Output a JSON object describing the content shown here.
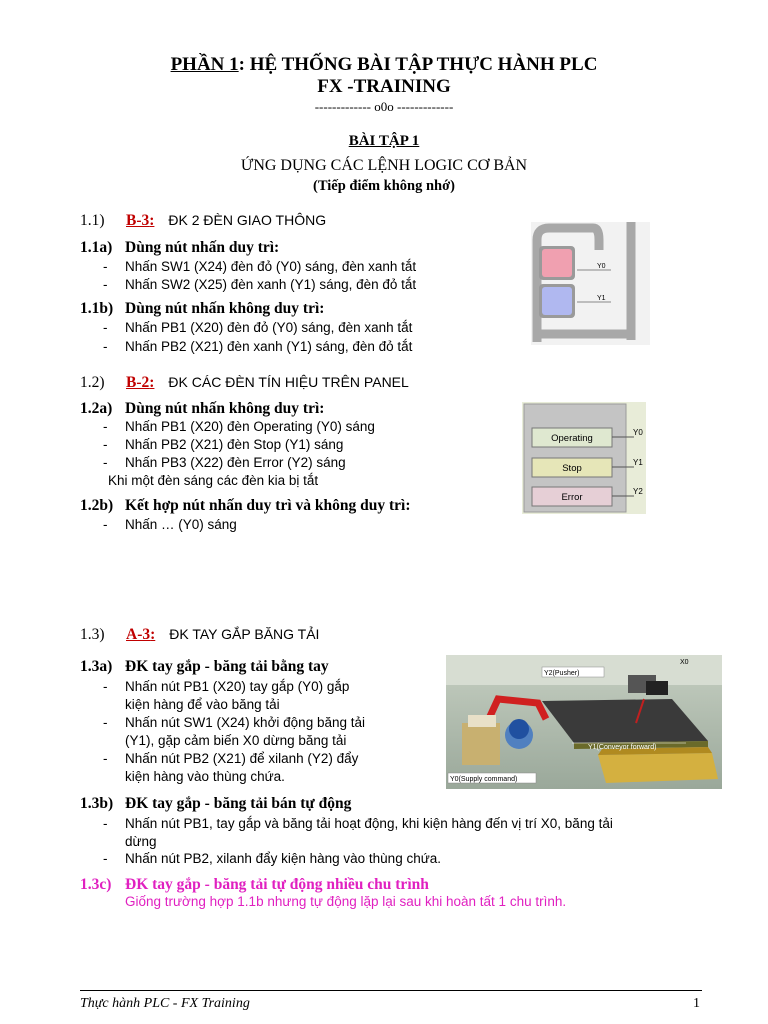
{
  "header": {
    "part_label": "PHẦN 1",
    "title_rest": ": HỆ THỐNG BÀI TẬP THỰC HÀNH PLC",
    "title_line2": "FX -TRAINING",
    "separator": "------------- o0o -------------"
  },
  "exercise": {
    "label": "BÀI TẬP 1",
    "subtitle": "ỨNG DỤNG CÁC LỆNH LOGIC CƠ BẢN",
    "note": "(Tiếp điểm không nhớ)"
  },
  "sections": [
    {
      "num": "1.1)",
      "code": "B-3",
      "colon": ":",
      "title": "ĐK 2 ĐÈN GIAO THÔNG",
      "subs": [
        {
          "num": "1.1a)",
          "title": "Dùng nút nhấn duy trì:",
          "items": [
            "Nhấn SW1 (X24) đèn đỏ (Y0) sáng, đèn xanh tắt",
            "Nhấn SW2 (X25) đèn xanh (Y1) sáng, đèn đỏ tắt"
          ]
        },
        {
          "num": "1.1b)",
          "title": "Dùng nút nhấn không duy trì:",
          "items": [
            "Nhấn PB1 (X20) đèn đỏ (Y0) sáng, đèn xanh tắt",
            "Nhấn PB2 (X21) đèn xanh (Y1) sáng, đèn đỏ tắt"
          ]
        }
      ]
    },
    {
      "num": "1.2)",
      "code": "B-2",
      "colon": ":",
      "title": "ĐK CÁC ĐÈN TÍN HIỆU TRÊN PANEL",
      "subs": [
        {
          "num": "1.2a)",
          "title": "Dùng nút nhấn không duy trì:",
          "items": [
            "Nhấn PB1 (X20) đèn Operating (Y0) sáng",
            "Nhấn PB2 (X21) đèn Stop (Y1) sáng",
            "Nhấn PB3 (X22) đèn Error (Y2) sáng"
          ],
          "note": "Khi một đèn sáng các đèn kia bị tắt"
        },
        {
          "num": "1.2b)",
          "title": "Kết hợp nút nhấn duy trì và không duy trì:",
          "items": [
            "Nhấn … (Y0) sáng"
          ]
        }
      ]
    },
    {
      "num": "1.3)",
      "code": "A-3",
      "colon": ":",
      "title": "ĐK TAY GẮP BĂNG TẢI",
      "subs": [
        {
          "num": "1.3a)",
          "title": "ĐK tay gắp - băng tải bằng tay",
          "items": [
            [
              "Nhấn nút PB1 (X20) tay gắp (Y0) gắp",
              "kiện hàng để vào băng tải"
            ],
            [
              "Nhấn nút SW1 (X24) khởi động băng tải",
              "(Y1), gặp cảm biến X0 dừng băng tải"
            ],
            [
              "Nhấn nút PB2 (X21) để xilanh (Y2) đẩy",
              "kiện hàng vào thùng chứa."
            ]
          ]
        },
        {
          "num": "1.3b)",
          "title": "ĐK tay gắp - băng tải bán tự động",
          "items": [
            [
              "Nhấn nút PB1, tay gắp và băng tải hoạt động, khi kiện hàng đến vị trí X0, băng tải",
              "dừng"
            ],
            [
              "Nhấn nút PB2, xilanh đẩy kiện hàng vào thùng chứa."
            ]
          ]
        },
        {
          "num": "1.3c)",
          "title": "ĐK tay gắp - băng tải tự động nhiều chu trình",
          "note": "Giống trường hợp 1.1b nhưng tự động lặp lại sau khi hoàn tất 1 chu trình."
        }
      ]
    }
  ],
  "figures": {
    "traffic": {
      "y0": "Y0",
      "y1": "Y1",
      "red": "#f0a0b0",
      "blue": "#b0b8f0"
    },
    "panel": {
      "btn1": "Operating",
      "btn2": "Stop",
      "btn3": "Error",
      "y0": "Y0",
      "y1": "Y1",
      "y2": "Y2"
    },
    "conveyor": {
      "pusher": "Y2(Pusher)",
      "x0": "X0",
      "forward": "Y1(Conveyor forward)",
      "supply": "Y0(Supply command)"
    }
  },
  "footer": {
    "left": "Thực hành PLC - FX Training",
    "page": "1"
  }
}
